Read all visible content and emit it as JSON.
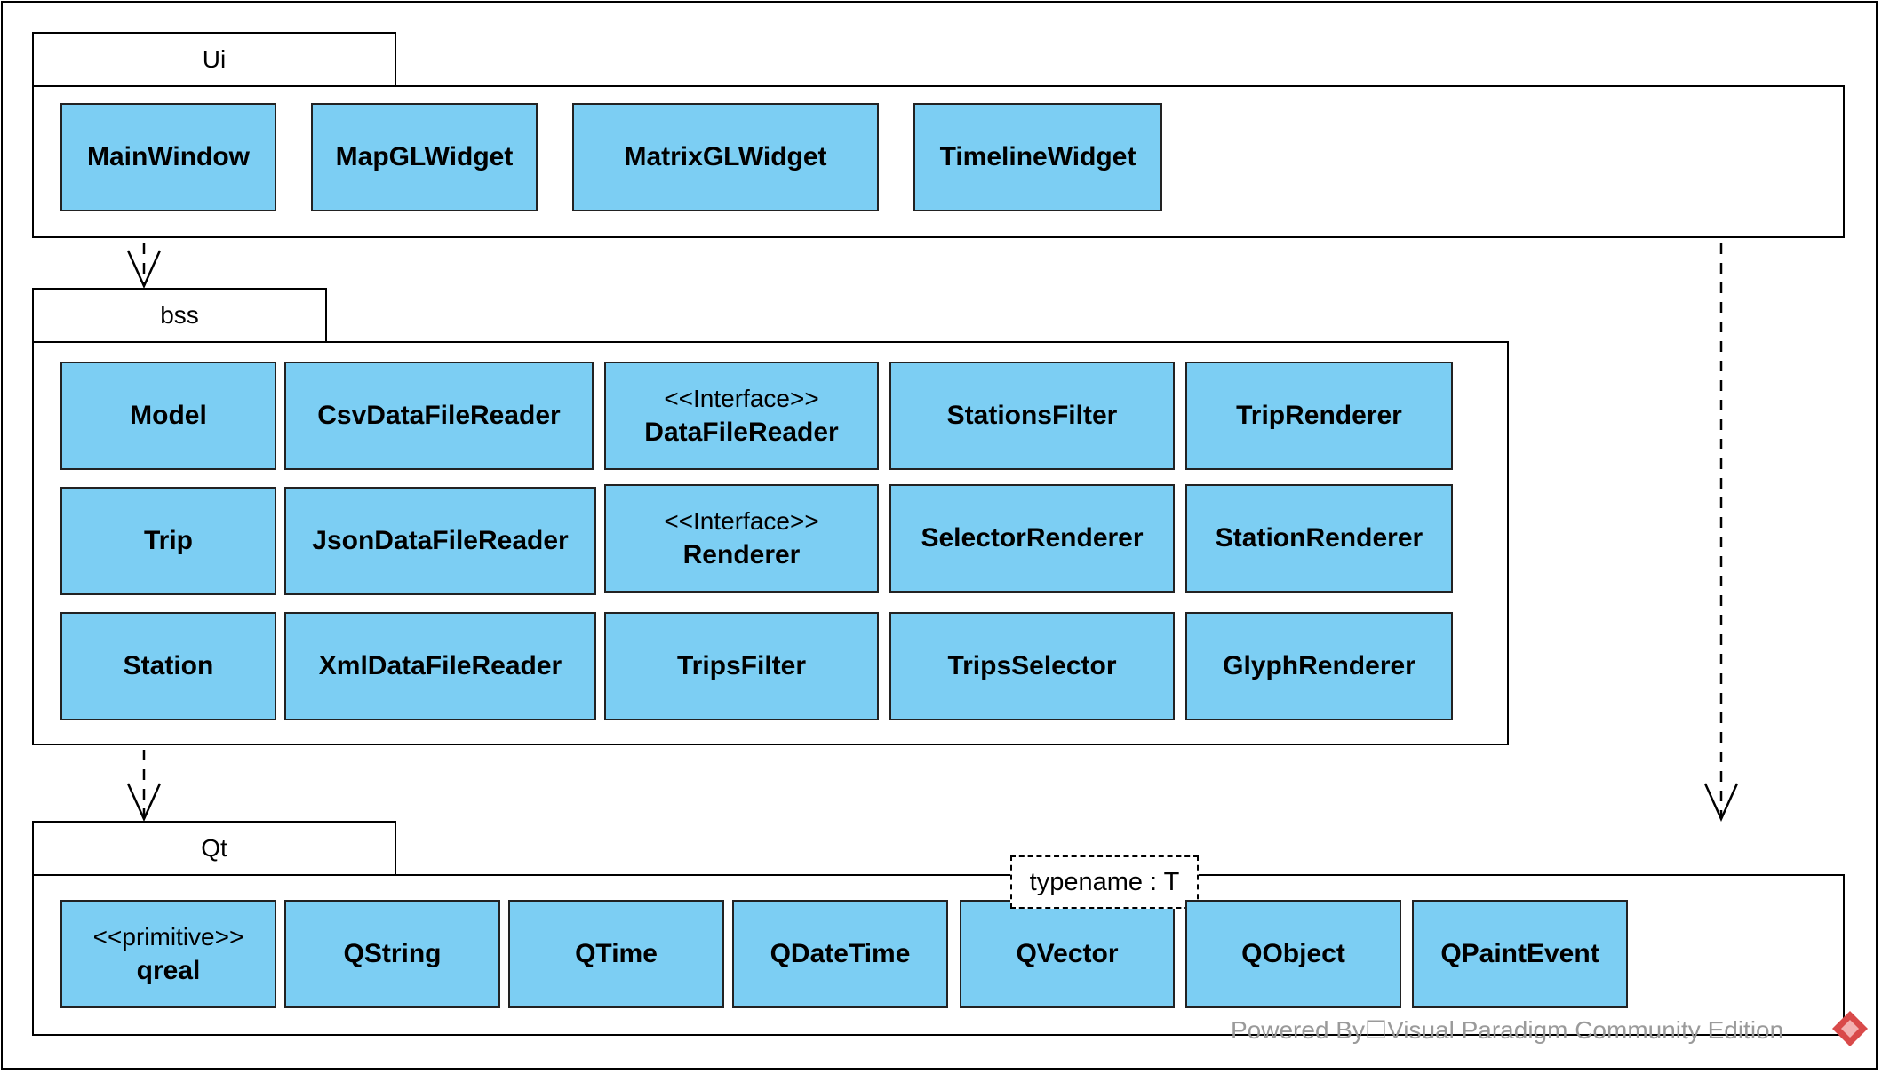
{
  "packages": {
    "ui": {
      "name": "Ui",
      "classes": [
        {
          "name": "MainWindow"
        },
        {
          "name": "MapGLWidget"
        },
        {
          "name": "MatrixGLWidget"
        },
        {
          "name": "TimelineWidget"
        }
      ]
    },
    "bss": {
      "name": "bss",
      "classes": [
        {
          "name": "Model"
        },
        {
          "name": "CsvDataFileReader"
        },
        {
          "name": "DataFileReader",
          "stereotype": "<<Interface>>"
        },
        {
          "name": "StationsFilter"
        },
        {
          "name": "TripRenderer"
        },
        {
          "name": "Trip"
        },
        {
          "name": "JsonDataFileReader"
        },
        {
          "name": "Renderer",
          "stereotype": "<<Interface>>"
        },
        {
          "name": "SelectorRenderer"
        },
        {
          "name": "StationRenderer"
        },
        {
          "name": "Station"
        },
        {
          "name": "XmlDataFileReader"
        },
        {
          "name": "TripsFilter"
        },
        {
          "name": "TripsSelector"
        },
        {
          "name": "GlyphRenderer"
        }
      ]
    },
    "qt": {
      "name": "Qt",
      "classes": [
        {
          "name": "qreal",
          "stereotype": "<<primitive>>"
        },
        {
          "name": "QString"
        },
        {
          "name": "QTime"
        },
        {
          "name": "QDateTime"
        },
        {
          "name": "QVector",
          "template_param": "typename : T"
        },
        {
          "name": "QObject"
        },
        {
          "name": "QPaintEvent"
        }
      ]
    }
  },
  "dependencies": [
    {
      "from": "Ui",
      "to": "bss",
      "style": "dashed-open-arrow"
    },
    {
      "from": "bss",
      "to": "Qt",
      "style": "dashed-open-arrow"
    },
    {
      "from": "Ui",
      "to": "Qt",
      "style": "dashed-open-arrow"
    }
  ],
  "watermark": "Powered By☐Visual Paradigm Community Edition",
  "colors": {
    "class_fill": "#7ccef3",
    "stroke": "#000000",
    "watermark": "#9a9a9a"
  }
}
